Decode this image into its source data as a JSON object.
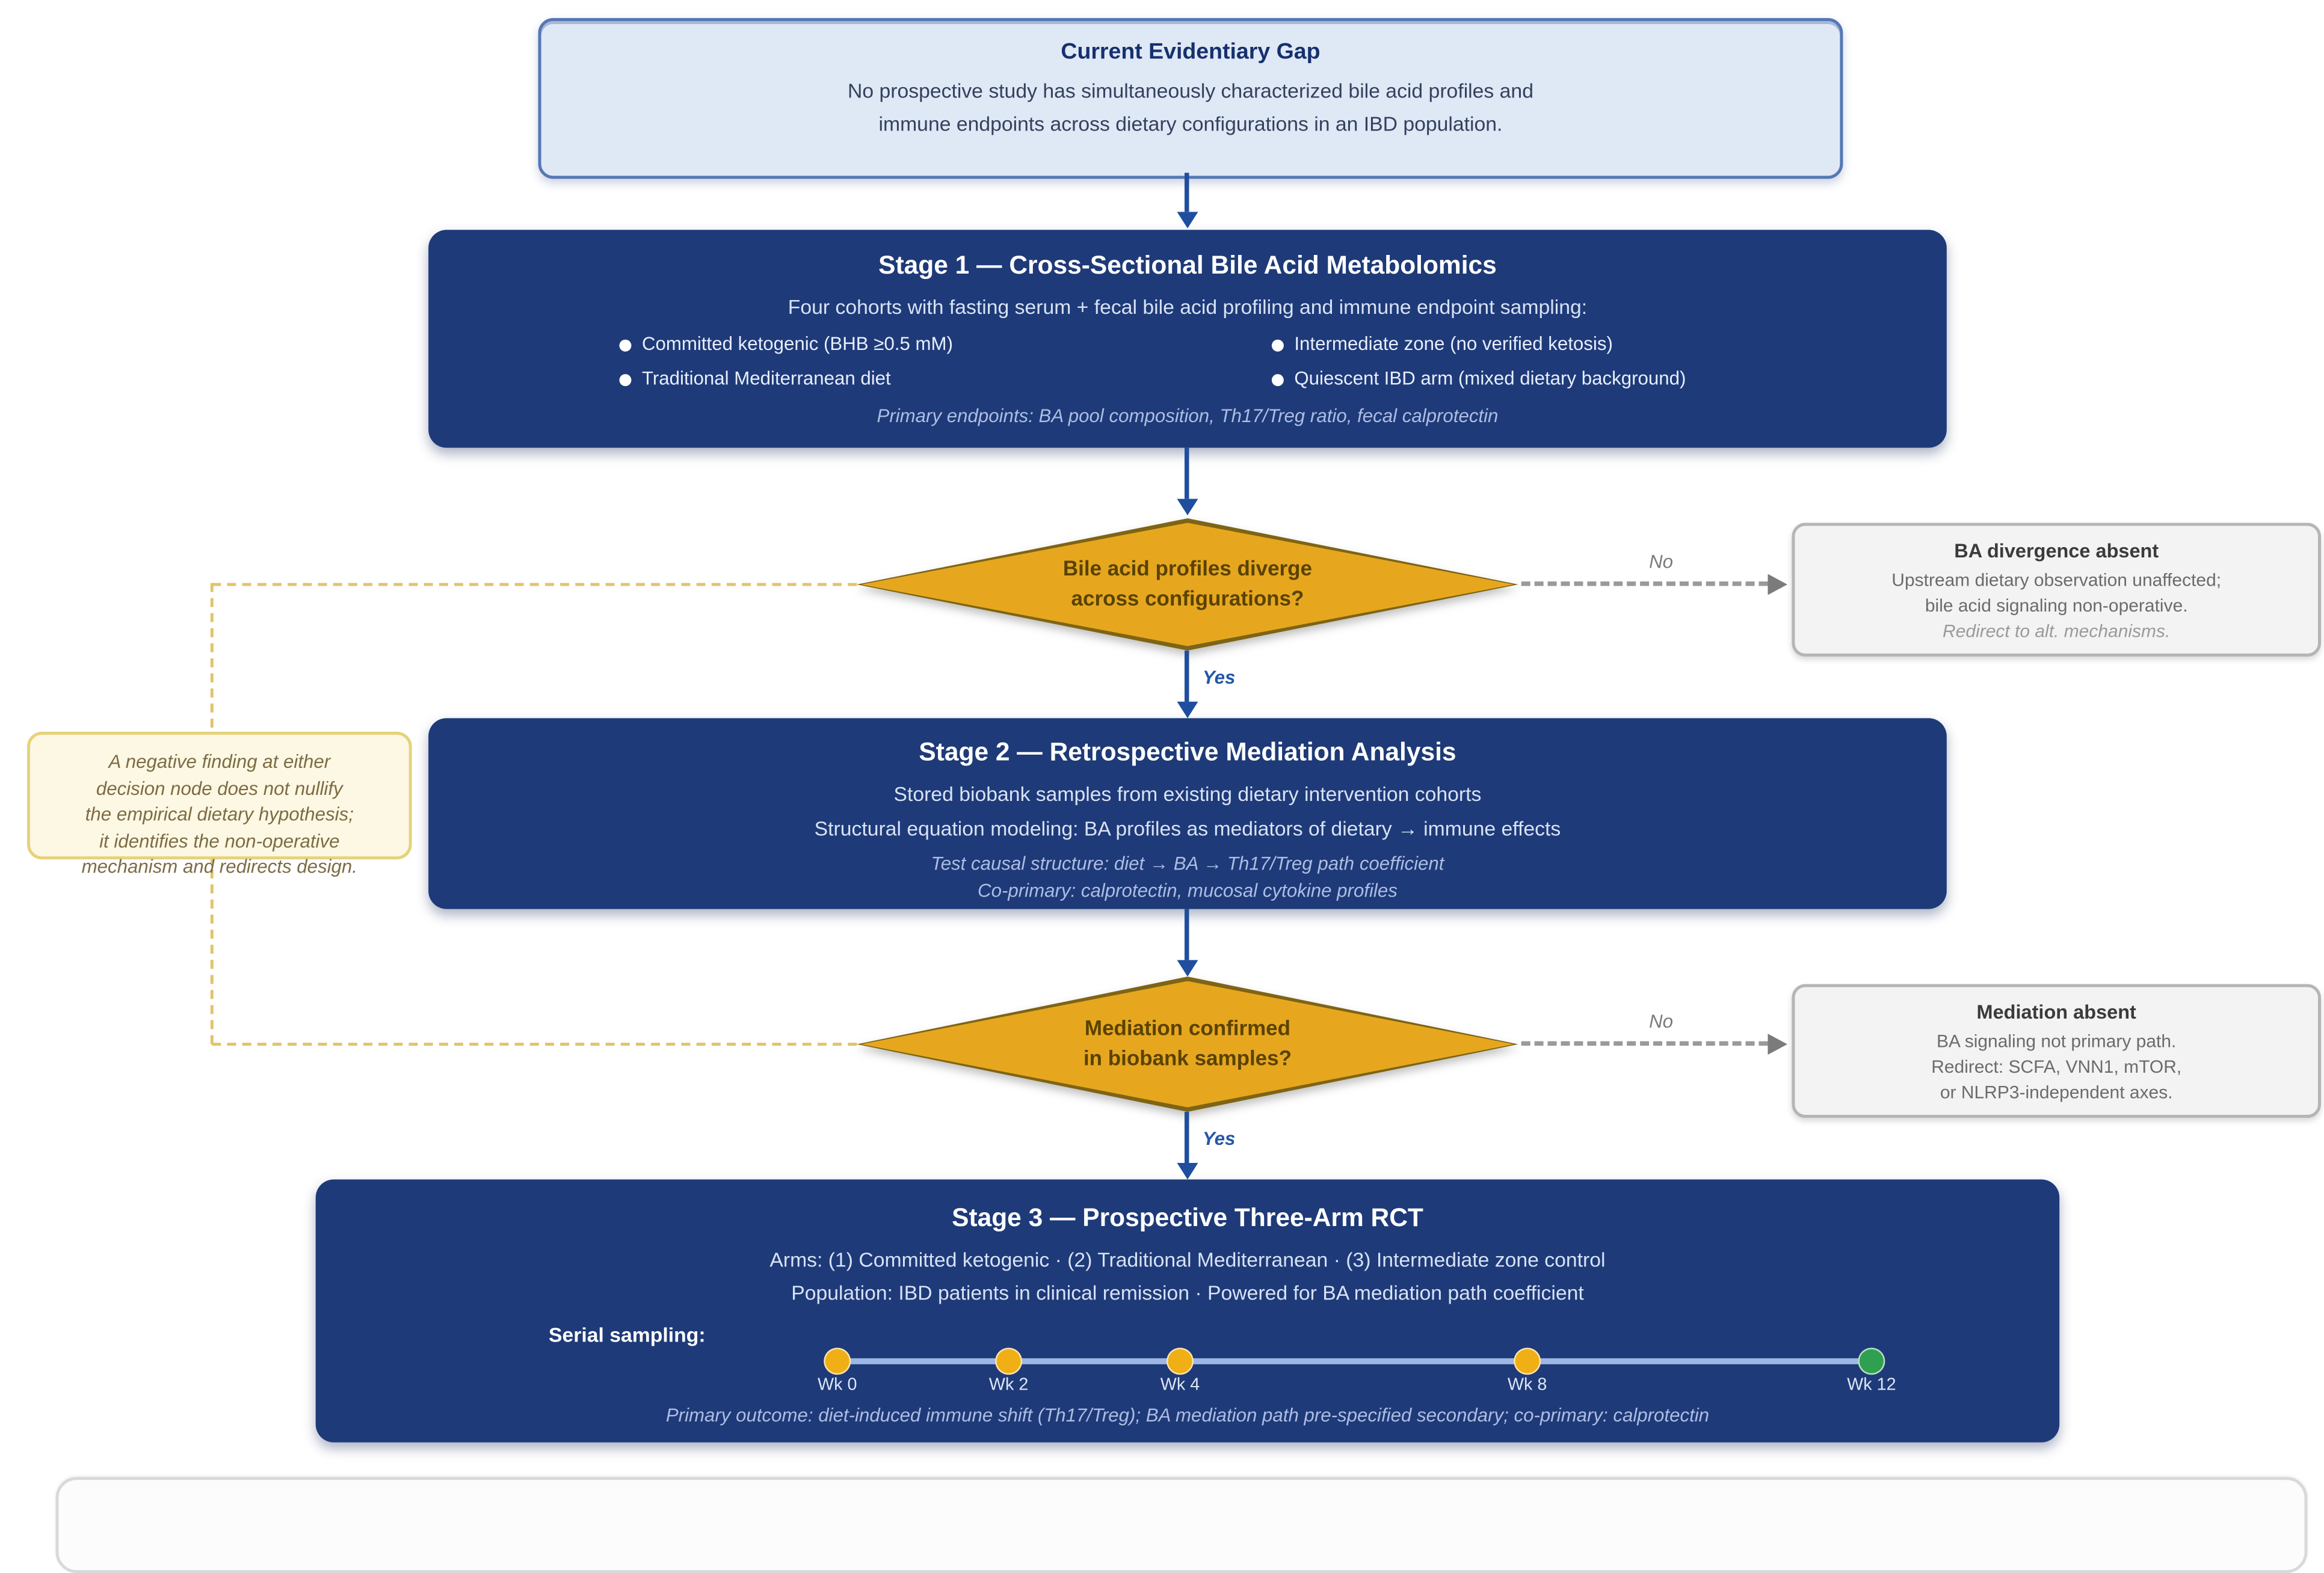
{
  "colors": {
    "stage_navy": "#1e3a78",
    "gap_fill": "#dfe8f5",
    "gap_border": "#5577b5",
    "diamond_fill": "#e6a71f",
    "diamond_border": "#7e6414",
    "diamond_text": "#5a4200",
    "arrow_blue": "#1f4e9e",
    "dashed_gray": "#9a9a9a",
    "dashed_yellow": "#e2c36d",
    "gray_box_fill": "#f3f3f3",
    "note_fill": "#fdf8e3",
    "note_border": "#e6d27a",
    "timeline_line": "#9db6e4",
    "timeline_gold": "#efaf15",
    "timeline_green": "#2ea04f"
  },
  "gap_box": {
    "title": "Current Evidentiary Gap",
    "line1": "No prospective study has simultaneously characterized bile acid profiles and",
    "line2": "immune endpoints across dietary configurations in an IBD population."
  },
  "stage1": {
    "title": "Stage 1 — Cross-Sectional Bile Acid Metabolomics",
    "subtitle": "Four cohorts with fasting serum + fecal bile acid profiling and immune endpoint sampling:",
    "bullets": [
      "Committed ketogenic (BHB ≥0.5 mM)",
      "Traditional Mediterranean diet",
      "Intermediate zone (no verified ketosis)",
      "Quiescent IBD arm (mixed dietary background)"
    ],
    "endpoints": "Primary endpoints: BA pool composition, Th17/Treg ratio, fecal calprotectin"
  },
  "decision1": {
    "line1": "Bile acid profiles diverge",
    "line2": "across configurations?",
    "yes_label": "Yes",
    "no_label": "No"
  },
  "no_box1": {
    "title": "BA divergence absent",
    "line1": "Upstream dietary observation unaffected;",
    "line2": "bile acid signaling non-operative.",
    "italic": "Redirect to alt. mechanisms."
  },
  "side_note": {
    "line1": "A negative finding at either",
    "line2": "decision node does not nullify",
    "line3": "the empirical dietary hypothesis;",
    "line4": "it identifies the non-operative",
    "line5": "mechanism and redirects design."
  },
  "stage2": {
    "title": "Stage 2 — Retrospective Mediation Analysis",
    "line1": "Stored biobank samples from existing dietary intervention cohorts",
    "line2": "Structural equation modeling: BA profiles as mediators of dietary → immune effects",
    "italic1": "Test causal structure: diet → BA → Th17/Treg path coefficient",
    "italic2": "Co-primary: calprotectin, mucosal cytokine profiles"
  },
  "decision2": {
    "line1": "Mediation confirmed",
    "line2": "in biobank samples?",
    "yes_label": "Yes",
    "no_label": "No"
  },
  "no_box2": {
    "title": "Mediation absent",
    "line1": "BA signaling not primary path.",
    "line2": "Redirect: SCFA, VNN1, mTOR,",
    "line3": "or NLRP3-independent axes."
  },
  "stage3": {
    "title": "Stage 3 — Prospective Three-Arm RCT",
    "line1": "Arms: (1) Committed ketogenic · (2) Traditional Mediterranean · (3) Intermediate zone control",
    "line2": "Population: IBD patients in clinical remission · Powered for BA mediation path coefficient",
    "serial_label": "Serial sampling:",
    "timeline": [
      {
        "label": "Wk 0",
        "color": "#efaf15"
      },
      {
        "label": "Wk 2",
        "color": "#efaf15"
      },
      {
        "label": "Wk 4",
        "color": "#efaf15"
      },
      {
        "label": "Wk 8",
        "color": "#efaf15"
      },
      {
        "label": "Wk 12",
        "color": "#2ea04f"
      }
    ],
    "outcome": "Primary outcome: diet-induced immune shift (Th17/Treg); BA mediation path pre-specified secondary; co-primary: calprotectin"
  }
}
